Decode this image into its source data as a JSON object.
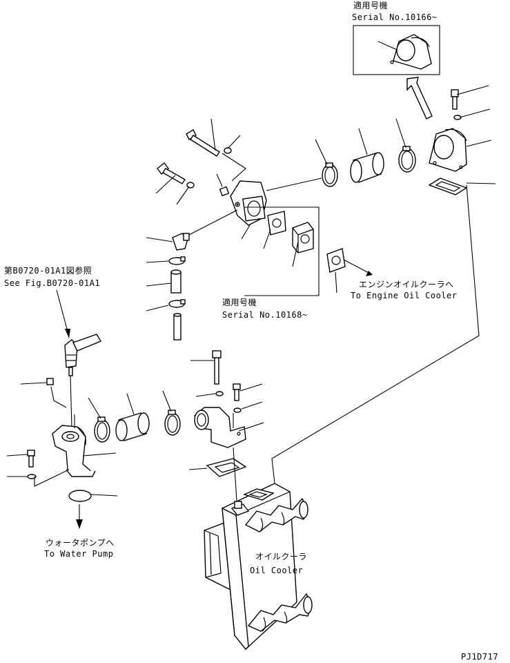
{
  "labels": {
    "applicable_top_jp": "適用号機",
    "serial_top": "Serial No.10166~",
    "ref_jp": "第B0720-01A1図参照",
    "ref_en": "See Fig.B0720-01A1",
    "applicable_mid_jp": "適用号機",
    "serial_mid": "Serial No.10168~",
    "to_engine_oil_cooler_jp": "エンジンオイルクーラへ",
    "to_engine_oil_cooler_en": "To Engine Oil Cooler",
    "to_water_pump_jp": "ウォータポンプへ",
    "to_water_pump_en": "To Water Pump",
    "oil_cooler_jp": "オイルクーラ",
    "oil_cooler_en": "Oil Cooler",
    "drawing_number": "PJ1D717"
  }
}
